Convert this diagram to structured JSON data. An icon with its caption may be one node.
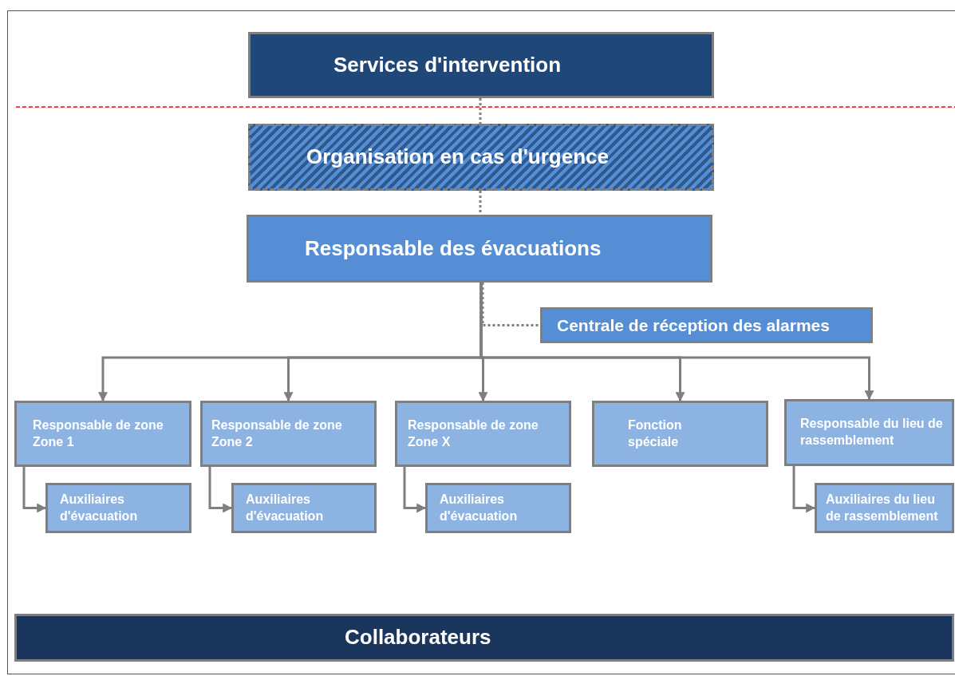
{
  "diagram": {
    "nodes": [
      {
        "text": [
          "Services d'intervention"
        ]
      },
      {
        "text": [
          "Organisation en cas d'urgence"
        ]
      },
      {
        "text": [
          "Responsable des évacuations"
        ]
      },
      {
        "text": [
          "Centrale de réception des alarmes"
        ]
      },
      {
        "text": [
          "Responsable de zone Zone 1"
        ]
      },
      {
        "text": [
          "Responsable de zone Zone 2"
        ]
      },
      {
        "text": [
          "Responsable de zone Zone X"
        ]
      },
      {
        "text": [
          "Fonction spéciale"
        ]
      },
      {
        "text": [
          "Responsable du lieu de rassemblement"
        ]
      },
      {
        "text": [
          "Auxiliaires d'évacuation"
        ]
      },
      {
        "text": [
          "Auxiliaires d'évacuation"
        ]
      },
      {
        "text": [
          "Auxiliaires d'évacuation"
        ]
      },
      {
        "text": [
          "Auxiliaires du lieu de rassemblement"
        ]
      },
      {
        "text": [
          "Collaborateurs"
        ]
      }
    ],
    "edges": [
      {
        "from": 0,
        "to": 1,
        "arrow": "none",
        "style": "dashed"
      },
      {
        "from": 1,
        "to": 2,
        "arrow": "none",
        "style": "dashed"
      },
      {
        "from": 2,
        "to": 3,
        "arrow": "none",
        "style": "dashed"
      },
      {
        "from": 2,
        "to": 4,
        "arrow": "to"
      },
      {
        "from": 2,
        "to": 5,
        "arrow": "to"
      },
      {
        "from": 2,
        "to": 6,
        "arrow": "to"
      },
      {
        "from": 2,
        "to": 7,
        "arrow": "to"
      },
      {
        "from": 2,
        "to": 8,
        "arrow": "to"
      },
      {
        "from": 4,
        "to": 9,
        "arrow": "to"
      },
      {
        "from": 5,
        "to": 10,
        "arrow": "to"
      },
      {
        "from": 6,
        "to": 11,
        "arrow": "to"
      },
      {
        "from": 8,
        "to": 12,
        "arrow": "to"
      }
    ]
  }
}
